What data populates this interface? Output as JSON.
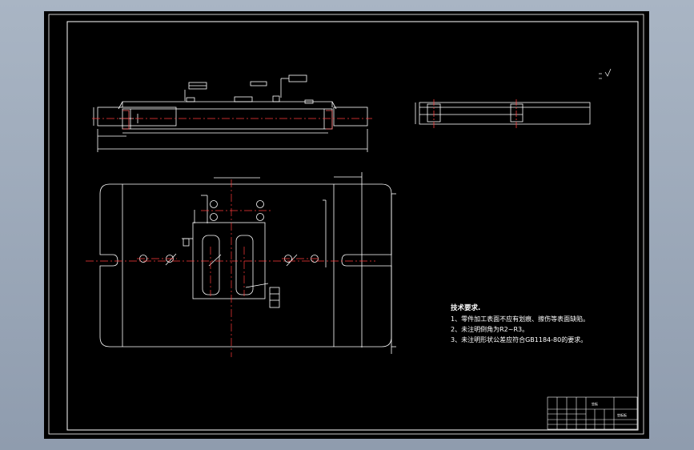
{
  "drawing": {
    "notes_title": "技术要求.",
    "notes": [
      "1、零件加工表面不应有划痕、擦伤等表面缺陷。",
      "2、未注明倒角为R2~R3。",
      "3、未注明形状公差应符合GB1184-80的要求。"
    ],
    "title_block": {
      "name_label": "垫板",
      "drawing_no": "垫板板"
    },
    "colors": {
      "paper": "#000000",
      "outline": "#ffffff",
      "center_line": "#ff3b3b",
      "dimension": "#ffffff",
      "viewport_bg": "#a2afbf"
    }
  }
}
